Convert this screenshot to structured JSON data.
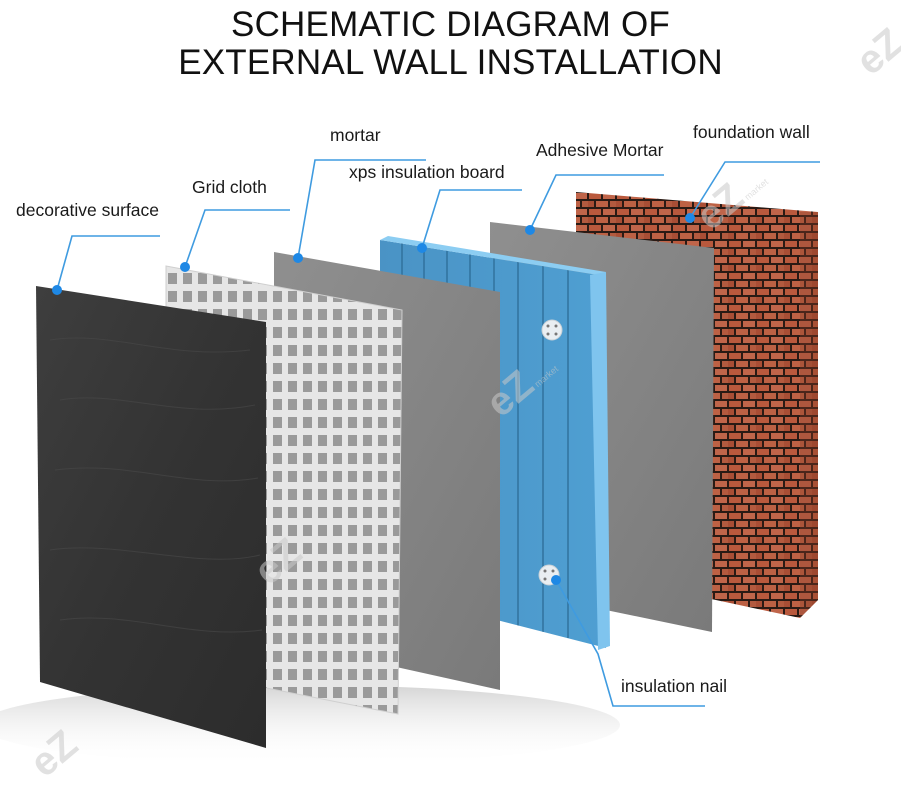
{
  "title": {
    "line1": "SCHEMATIC DIAGRAM OF",
    "line2": "EXTERNAL WALL INSTALLATION"
  },
  "labels": {
    "decorative_surface": "decorative surface",
    "grid_cloth": "Grid cloth",
    "mortar": "mortar",
    "xps_insulation_board": "xps insulation board",
    "adhesive_mortar": "Adhesive Mortar",
    "foundation_wall": "foundation wall",
    "insulation_nail": "insulation nail"
  },
  "layers_order_front_to_back": [
    "decorative surface",
    "Grid cloth",
    "mortar",
    "xps insulation board",
    "Adhesive Mortar",
    "foundation wall"
  ],
  "watermark": {
    "text": "eZ",
    "subtext": "market"
  },
  "colors": {
    "leader_line": "#3f9be0",
    "leader_dot": "#1e88e5",
    "decorative_surface": "#3a3a3a",
    "grid_cloth": "#e8e8e8",
    "mortar": "#8a8a8a",
    "xps_board": "#4b97c9",
    "xps_edge": "#7cc3ee",
    "adhesive_mortar": "#8c8c8c",
    "brick": "#b5563a"
  }
}
